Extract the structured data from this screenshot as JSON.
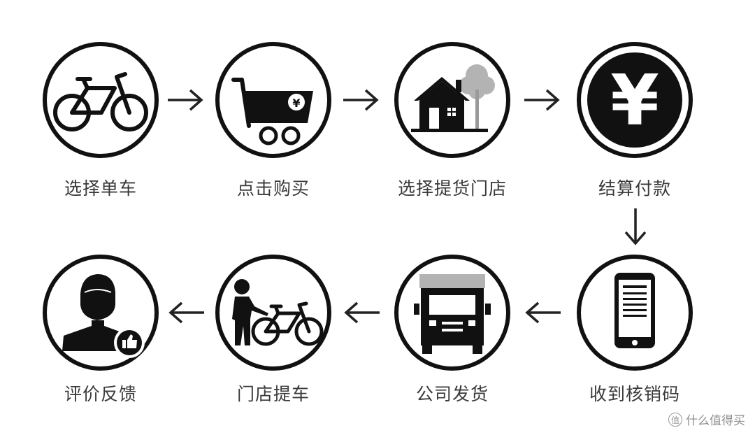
{
  "steps": [
    {
      "label": "选择单车",
      "icon": "bicycle-icon"
    },
    {
      "label": "点击购买",
      "icon": "shopping-cart-icon"
    },
    {
      "label": "选择提货门店",
      "icon": "store-house-icon"
    },
    {
      "label": "结算付款",
      "icon": "yuan-payment-icon"
    },
    {
      "label": "收到核销码",
      "icon": "smartphone-icon"
    },
    {
      "label": "公司发货",
      "icon": "delivery-truck-icon"
    },
    {
      "label": "门店提车",
      "icon": "person-with-bicycle-icon"
    },
    {
      "label": "评价反馈",
      "icon": "user-thumbs-up-icon"
    }
  ],
  "cart_symbol": "¥",
  "yuan_symbol": "¥",
  "watermark": {
    "logo_text": "值",
    "text": "什么值得买"
  }
}
